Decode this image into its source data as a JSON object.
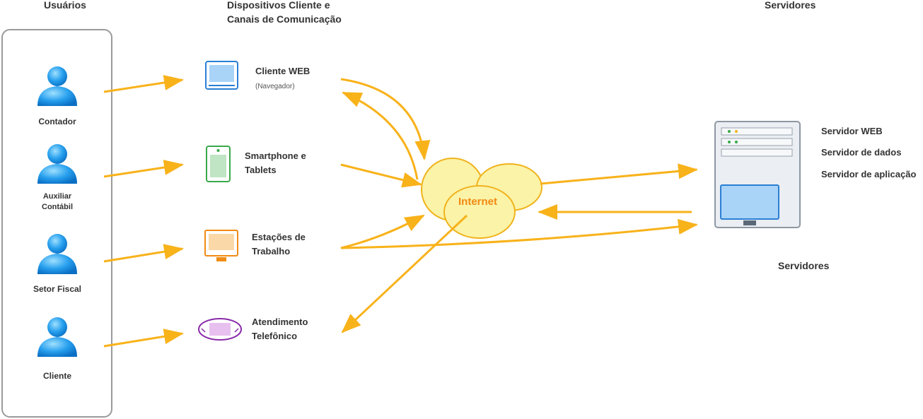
{
  "headers": {
    "users": "Usuários",
    "devices_line1": "Dispositivos Cliente e",
    "devices_line2": "Canais de Comunicação",
    "servers": "Servidores"
  },
  "users": [
    {
      "label": "Contador"
    },
    {
      "label_line1": "Auxiliar",
      "label_line2": "Contábil"
    },
    {
      "label": "Setor Fiscal"
    },
    {
      "label": "Cliente"
    }
  ],
  "devices": {
    "web": {
      "label": "Cliente WEB",
      "sub": "(Navegador)"
    },
    "smartphone": {
      "line1": "Smartphone e",
      "line2": "Tablets"
    },
    "workstation": {
      "line1": "Estações de",
      "line2": "Trabalho"
    },
    "phone": {
      "line1": "Atendimento",
      "line2": "Telefônico"
    }
  },
  "internet": {
    "label": "Internet"
  },
  "servers": {
    "items": [
      "Servidor WEB",
      "Servidor de dados",
      "Servidor de aplicação"
    ],
    "caption": "Servidores"
  },
  "colors": {
    "arrow": "#f8b21a",
    "cloud_fill": "#fbf3a8",
    "cloud_stroke": "#f0b31c",
    "internet_text": "#f08a12",
    "user_blue": "#1f8fe0",
    "web_blue": "#2a7fd4",
    "smart_green": "#3aa84a",
    "work_orange": "#f08c14",
    "phone_purple": "#8a2aa8"
  },
  "icons": {
    "user": "user-icon",
    "web": "monitor-icon",
    "smartphone": "smartphone-icon",
    "workstation": "workstation-icon",
    "phone": "telephone-icon",
    "server": "server-icon",
    "internet": "cloud-icon"
  }
}
